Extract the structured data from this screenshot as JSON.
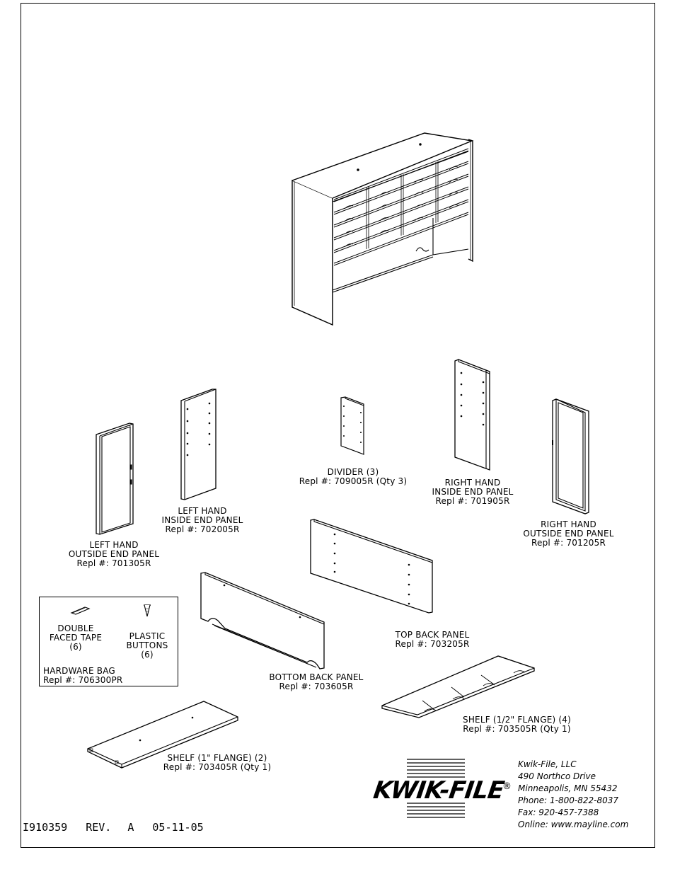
{
  "parts": {
    "lh_outside": {
      "lines": [
        "LEFT HAND",
        "OUTSIDE END PANEL",
        "Repl #: 701305R"
      ]
    },
    "lh_inside": {
      "lines": [
        "LEFT HAND",
        "INSIDE END PANEL",
        "Repl #: 702005R"
      ]
    },
    "divider": {
      "lines": [
        "DIVIDER (3)",
        "Repl #: 709005R (Qty 3)"
      ]
    },
    "rh_inside": {
      "lines": [
        "RIGHT HAND",
        "INSIDE END PANEL",
        "Repl #: 701905R"
      ]
    },
    "rh_outside": {
      "lines": [
        "RIGHT HAND",
        "OUTSIDE END PANEL",
        "Repl #: 701205R"
      ]
    },
    "top_back": {
      "lines": [
        "TOP BACK PANEL",
        "Repl #: 703205R"
      ]
    },
    "bottom_back": {
      "lines": [
        "BOTTOM BACK PANEL",
        "Repl #: 703605R"
      ]
    },
    "shelf_half": {
      "lines": [
        "SHELF (1/2\" FLANGE) (4)",
        "Repl #: 703505R (Qty 1)"
      ]
    },
    "shelf_one": {
      "lines": [
        "SHELF (1\" FLANGE) (2)",
        "Repl #: 703405R (Qty 1)"
      ]
    }
  },
  "hardware": {
    "tape": {
      "lines": [
        "DOUBLE",
        "FACED TAPE",
        "(6)"
      ]
    },
    "buttons": {
      "lines": [
        "PLASTIC",
        "BUTTONS",
        "(6)"
      ]
    },
    "bag": {
      "lines": [
        "HARDWARE BAG",
        "Repl #: 706300PR"
      ]
    }
  },
  "footer": {
    "doc_number": "I910359",
    "revision": "REV. A",
    "date": "05-11-05"
  },
  "logo": {
    "wordmark": "KWIK-FILE",
    "registered": "®"
  },
  "company": {
    "lines": [
      "Kwik-File, LLC",
      "490 Northco Drive",
      "Minneapolis, MN 55432",
      "Phone: 1-800-822-8037",
      "Fax: 920-457-7388",
      "Online: www.mayline.com"
    ]
  }
}
